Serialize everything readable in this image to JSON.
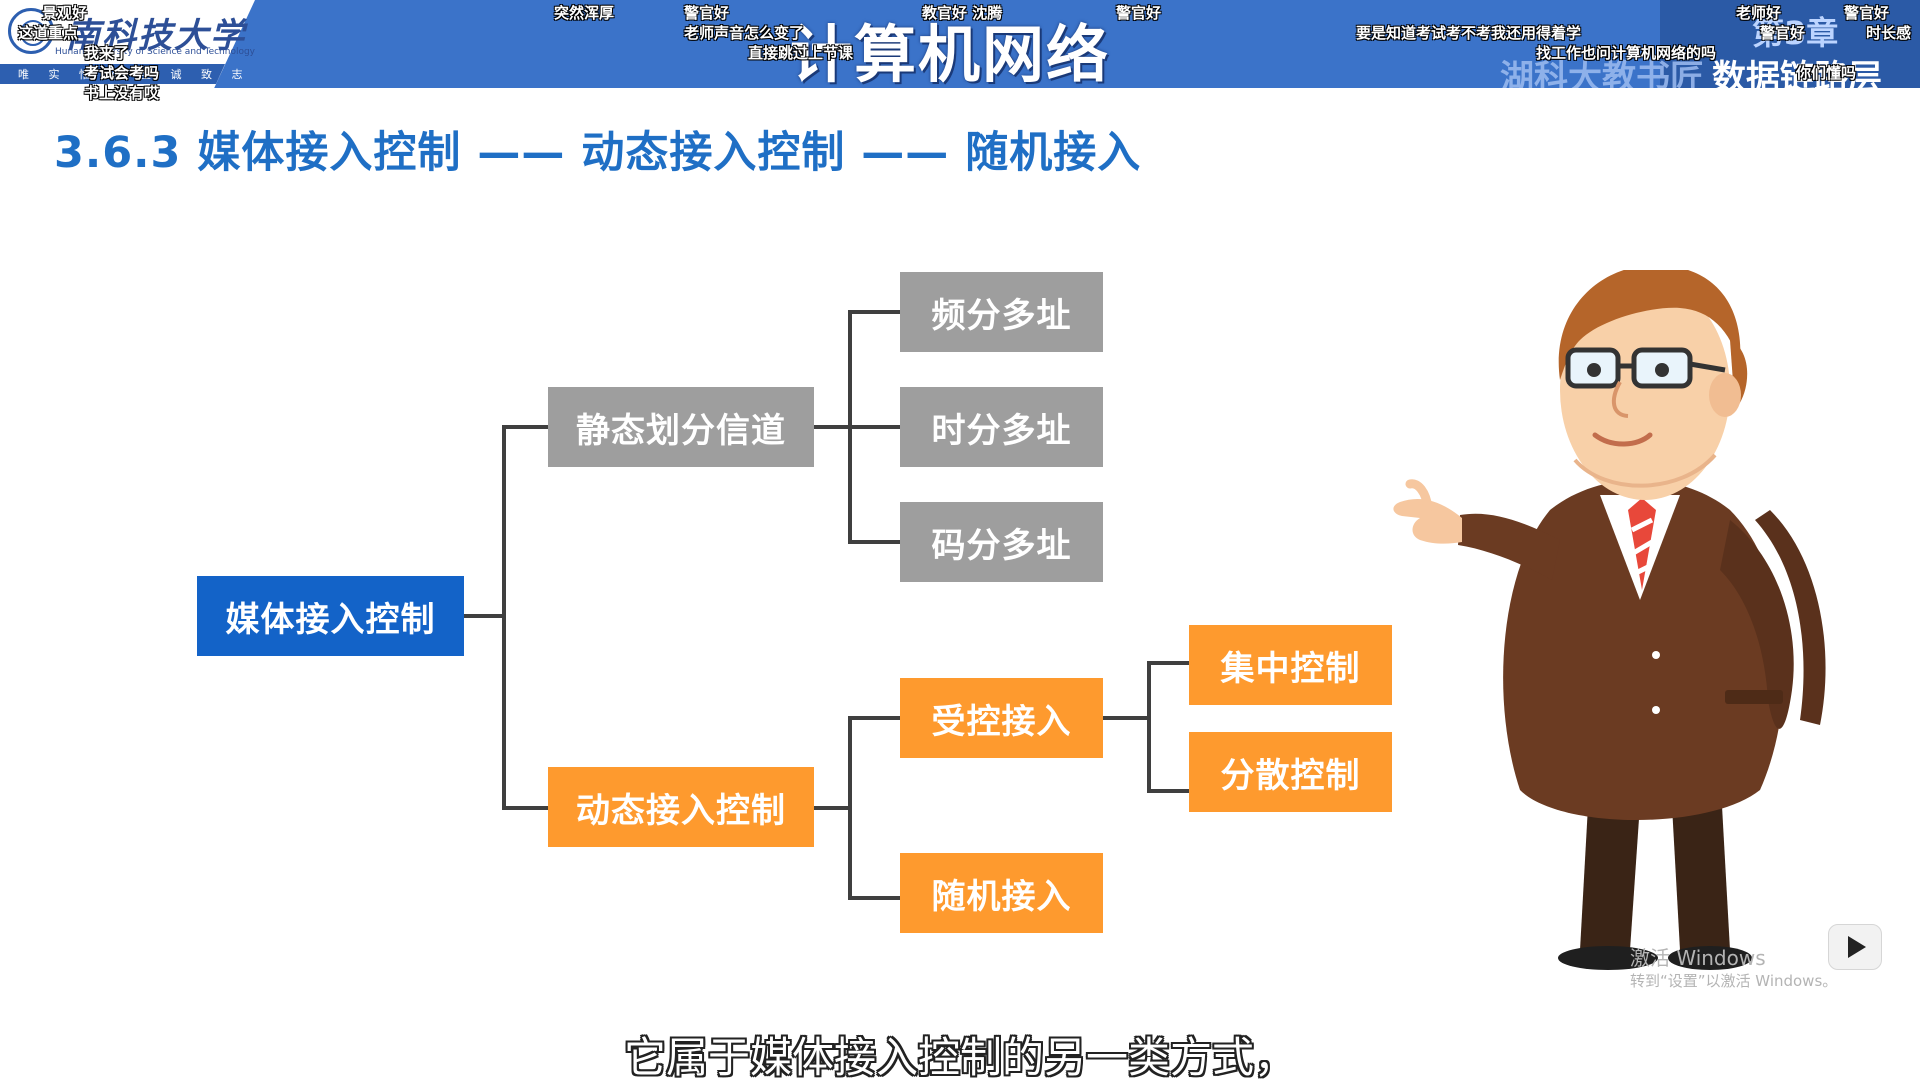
{
  "header": {
    "university_cn": "南科技大学",
    "university_en": "Hunan University of Science and Technology",
    "university_motto": "唯 实 惟 新 至 诚 致 志",
    "course_title": "计算机网络",
    "chapter_badge": "第3章",
    "right_label_1": "湖科大教书匠",
    "right_label_2": "数据链路层"
  },
  "danmaku": [
    {
      "text": "景观好",
      "key": "d1"
    },
    {
      "text": "这道重点",
      "key": "d2"
    },
    {
      "text": "我来了",
      "key": "d3"
    },
    {
      "text": "考试会考吗",
      "key": "d4"
    },
    {
      "text": "书上没有哎",
      "key": "d5"
    },
    {
      "text": "突然浑厚",
      "key": "d6"
    },
    {
      "text": "警官好",
      "key": "d7"
    },
    {
      "text": "老师声音怎么变了",
      "key": "d8"
    },
    {
      "text": "直接跳过上节课",
      "key": "d9"
    },
    {
      "text": "教官好 沈腾",
      "key": "d10"
    },
    {
      "text": "警官好",
      "key": "d11"
    },
    {
      "text": "要是知道考试考不考我还用得着学",
      "key": "d12"
    },
    {
      "text": "找工作也问计算机网络的吗",
      "key": "d13"
    },
    {
      "text": "老师好",
      "key": "d14"
    },
    {
      "text": "警官好",
      "key": "d15"
    },
    {
      "text": "警官好",
      "key": "d16"
    },
    {
      "text": "时长感",
      "key": "d17"
    },
    {
      "text": "你们懂吗",
      "key": "d18"
    }
  ],
  "slide": {
    "heading": "3.6.3 媒体接入控制 —— 动态接入控制 —— 随机接入"
  },
  "tree": {
    "root": "媒体接入控制",
    "static_branch": "静态划分信道",
    "static_children": [
      "频分多址",
      "时分多址",
      "码分多址"
    ],
    "dynamic_branch": "动态接入控制",
    "controlled_access": "受控接入",
    "controlled_children": [
      "集中控制",
      "分散控制"
    ],
    "random_access": "随机接入"
  },
  "colors": {
    "banner": "#3b73c9",
    "heading": "#1f6fc5",
    "root_node": "#1363c8",
    "static_nodes": "#9e9e9e",
    "dynamic_nodes": "#fe9a2e",
    "connector": "#3f3f3f"
  },
  "watermark": {
    "title": "激活 Windows",
    "subtitle": "转到“设置”以激活 Windows。"
  },
  "player": {
    "play_icon": "play-icon"
  },
  "subtitle": "它属于媒体接入控制的另一类方式，"
}
